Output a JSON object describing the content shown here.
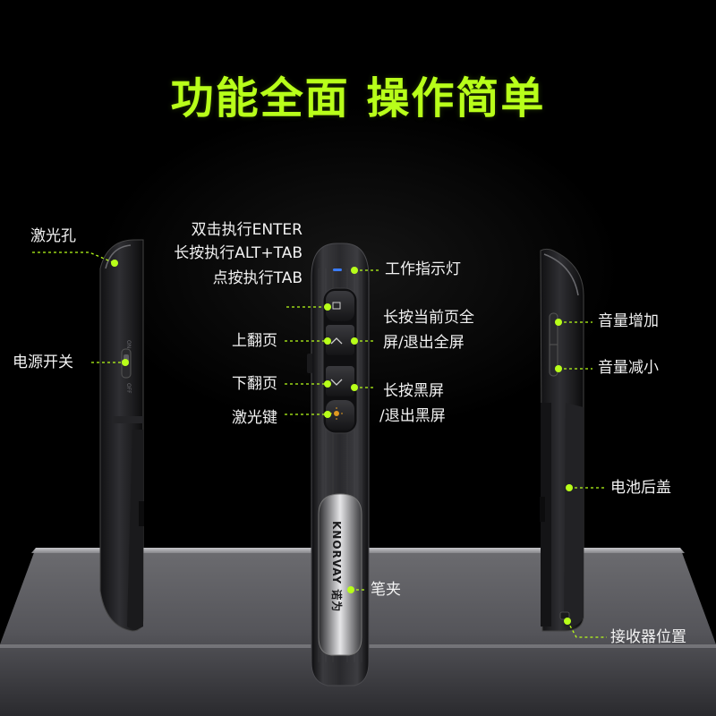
{
  "headline": "功能全面 操作简单",
  "brand_print": "KNORVAY 诺为",
  "accent_color": "#b8ff1a",
  "labels": {
    "laser_hole": "激光孔",
    "power_switch": "电源开关",
    "double_click": "双击执行ENTER",
    "long_press_alt": "长按执行ALT+TAB",
    "click_tab": "点按执行TAB",
    "page_up": "上翻页",
    "page_down": "下翻页",
    "laser_key": "激光键",
    "indicator": "工作指示灯",
    "fullscreen_1": "长按当前页全",
    "fullscreen_2": "屏/退出全屏",
    "blackscreen_1": "长按黑屏",
    "blackscreen_2": "/退出黑屏",
    "pen_clip": "笔夹",
    "volume_up": "音量增加",
    "volume_down": "音量减小",
    "battery_cover": "电池后盖",
    "receiver": "接收器位置"
  },
  "switch_marks": {
    "on": "ON",
    "off": "OFF"
  }
}
